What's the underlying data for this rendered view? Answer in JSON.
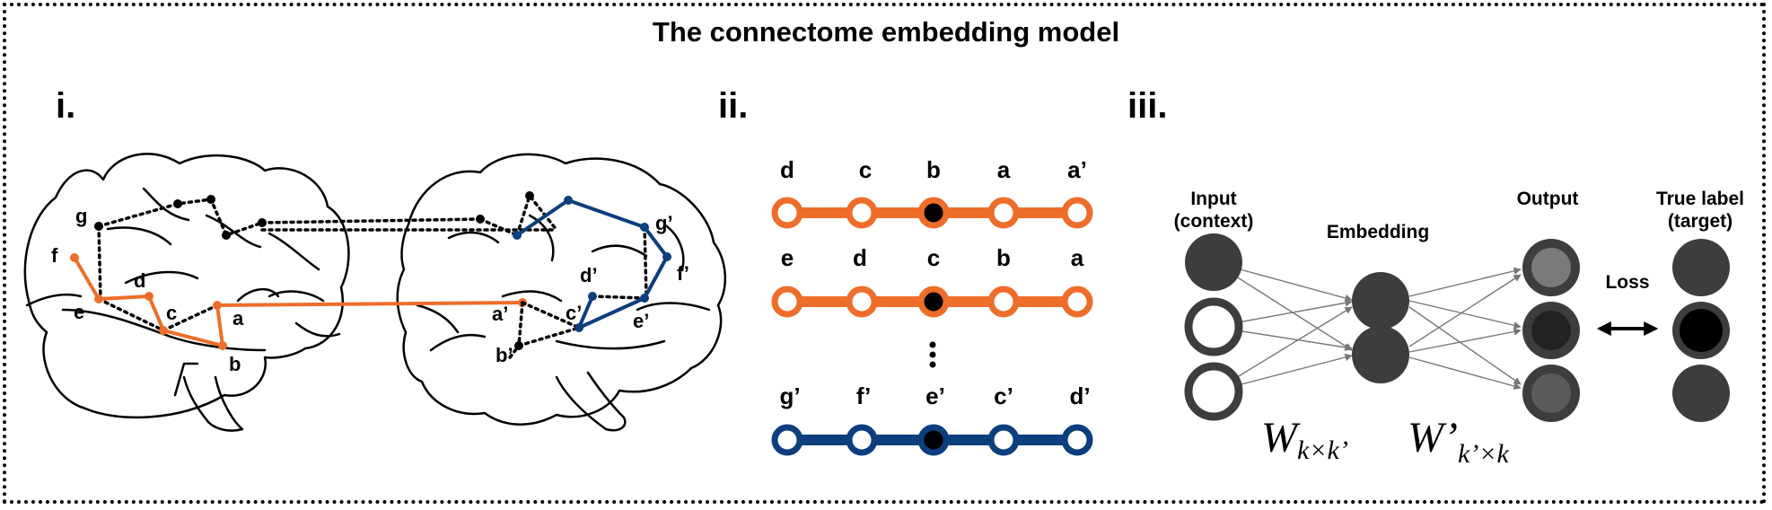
{
  "title": "The connectome embedding model",
  "panels": {
    "i": "i.",
    "ii": "ii.",
    "iii": "iii."
  },
  "colors": {
    "left_hemisphere": "#EE6D2A",
    "right_hemisphere": "#0D3E7E",
    "node_dark": "#3d3d3d",
    "ink": "#000000"
  },
  "panel_i": {
    "left_labels": {
      "g": "g",
      "f": "f",
      "d": "d",
      "e": "e",
      "c": "c",
      "a": "a",
      "b": "b"
    },
    "right_labels": {
      "g": "g’",
      "f": "f’",
      "d": "d’",
      "a": "a’",
      "c": "c’",
      "e": "e’",
      "b": "b’"
    }
  },
  "panel_ii": {
    "walks": [
      {
        "color": "orange",
        "nodes": [
          "d",
          "c",
          "b",
          "a",
          "a’"
        ],
        "center_index": 2
      },
      {
        "color": "orange",
        "nodes": [
          "e",
          "d",
          "c",
          "b",
          "a"
        ],
        "center_index": 2
      },
      {
        "color": "blue",
        "nodes": [
          "g’",
          "f’",
          "e’",
          "c’",
          "d’"
        ],
        "center_index": 2
      }
    ],
    "ellipsis": "⋮"
  },
  "panel_iii": {
    "input_label_1": "Input",
    "input_label_2": "(context)",
    "embedding_label": "Embedding",
    "output_label": "Output",
    "true_label_1": "True label",
    "true_label_2": "(target)",
    "loss_label": "Loss",
    "w1_main": "W",
    "w1_sub": "k×k’",
    "w2_main": "W’",
    "w2_sub": "k’×k"
  }
}
